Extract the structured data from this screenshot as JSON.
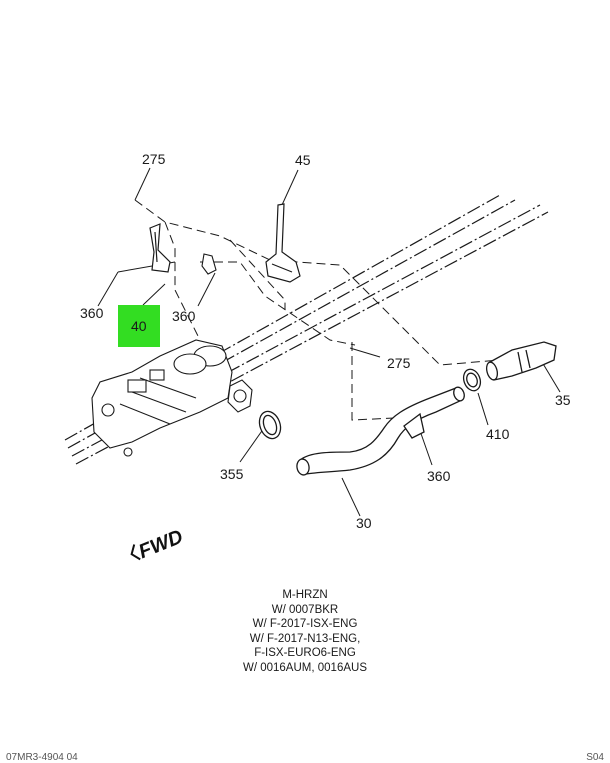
{
  "callouts": {
    "c275_top": "275",
    "c45": "45",
    "c360_left": "360",
    "c40": "40",
    "c360_mid": "360",
    "c275_mid": "275",
    "c35": "35",
    "c410": "410",
    "c355": "355",
    "c360_right": "360",
    "c30": "30"
  },
  "fwd_label": "FWD",
  "notes": [
    "M-HRZN",
    "W/ 0007BKR",
    "W/ F-2017-ISX-ENG",
    "W/ F-2017-N13-ENG,",
    "F-ISX-EURO6-ENG",
    "W/ 0016AUM, 0016AUS"
  ],
  "footer": {
    "left": "07MR3-4904 04",
    "right": "S04"
  },
  "colors": {
    "highlight": "#33dd22",
    "line": "#1a1a1a"
  }
}
